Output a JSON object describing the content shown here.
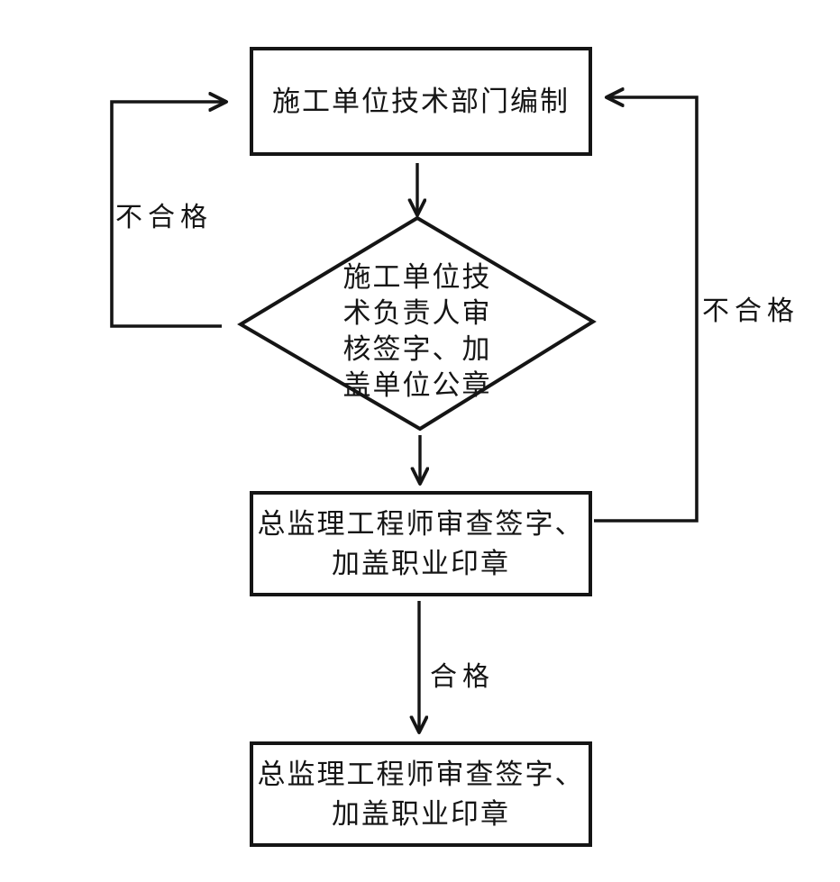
{
  "flowchart": {
    "colors": {
      "line": "#151515",
      "background": "#ffffff",
      "text": "#151515"
    },
    "nodes": [
      {
        "id": "compile",
        "type": "process",
        "label": "施工单位技术部门编制",
        "lines": [
          "施工单位技术部门编制"
        ]
      },
      {
        "id": "check",
        "type": "decision",
        "label": "施工单位技术负责人审核签字、加盖单位公章",
        "lines": [
          "施工单位技",
          "术负责人审",
          "核签字、加",
          "盖单位公章"
        ]
      },
      {
        "id": "review",
        "type": "process",
        "label": "总监理工程师审查签字、加盖职业印章",
        "lines": [
          "总监理工程师审查签字、",
          "加盖职业印章"
        ]
      },
      {
        "id": "final",
        "type": "process",
        "label": "总监理工程师审查签字、加盖职业印章",
        "lines": [
          "总监理工程师审查签字、",
          "加盖职业印章"
        ]
      }
    ],
    "edges": [
      {
        "from": "compile",
        "to": "check",
        "label": ""
      },
      {
        "from": "check",
        "to": "review",
        "label": ""
      },
      {
        "from": "check",
        "to": "compile",
        "path": "left-loop",
        "label": "不合格"
      },
      {
        "from": "review",
        "to": "compile",
        "path": "right-loop",
        "label": "不合格"
      },
      {
        "from": "review",
        "to": "final",
        "label": "合格"
      }
    ]
  }
}
